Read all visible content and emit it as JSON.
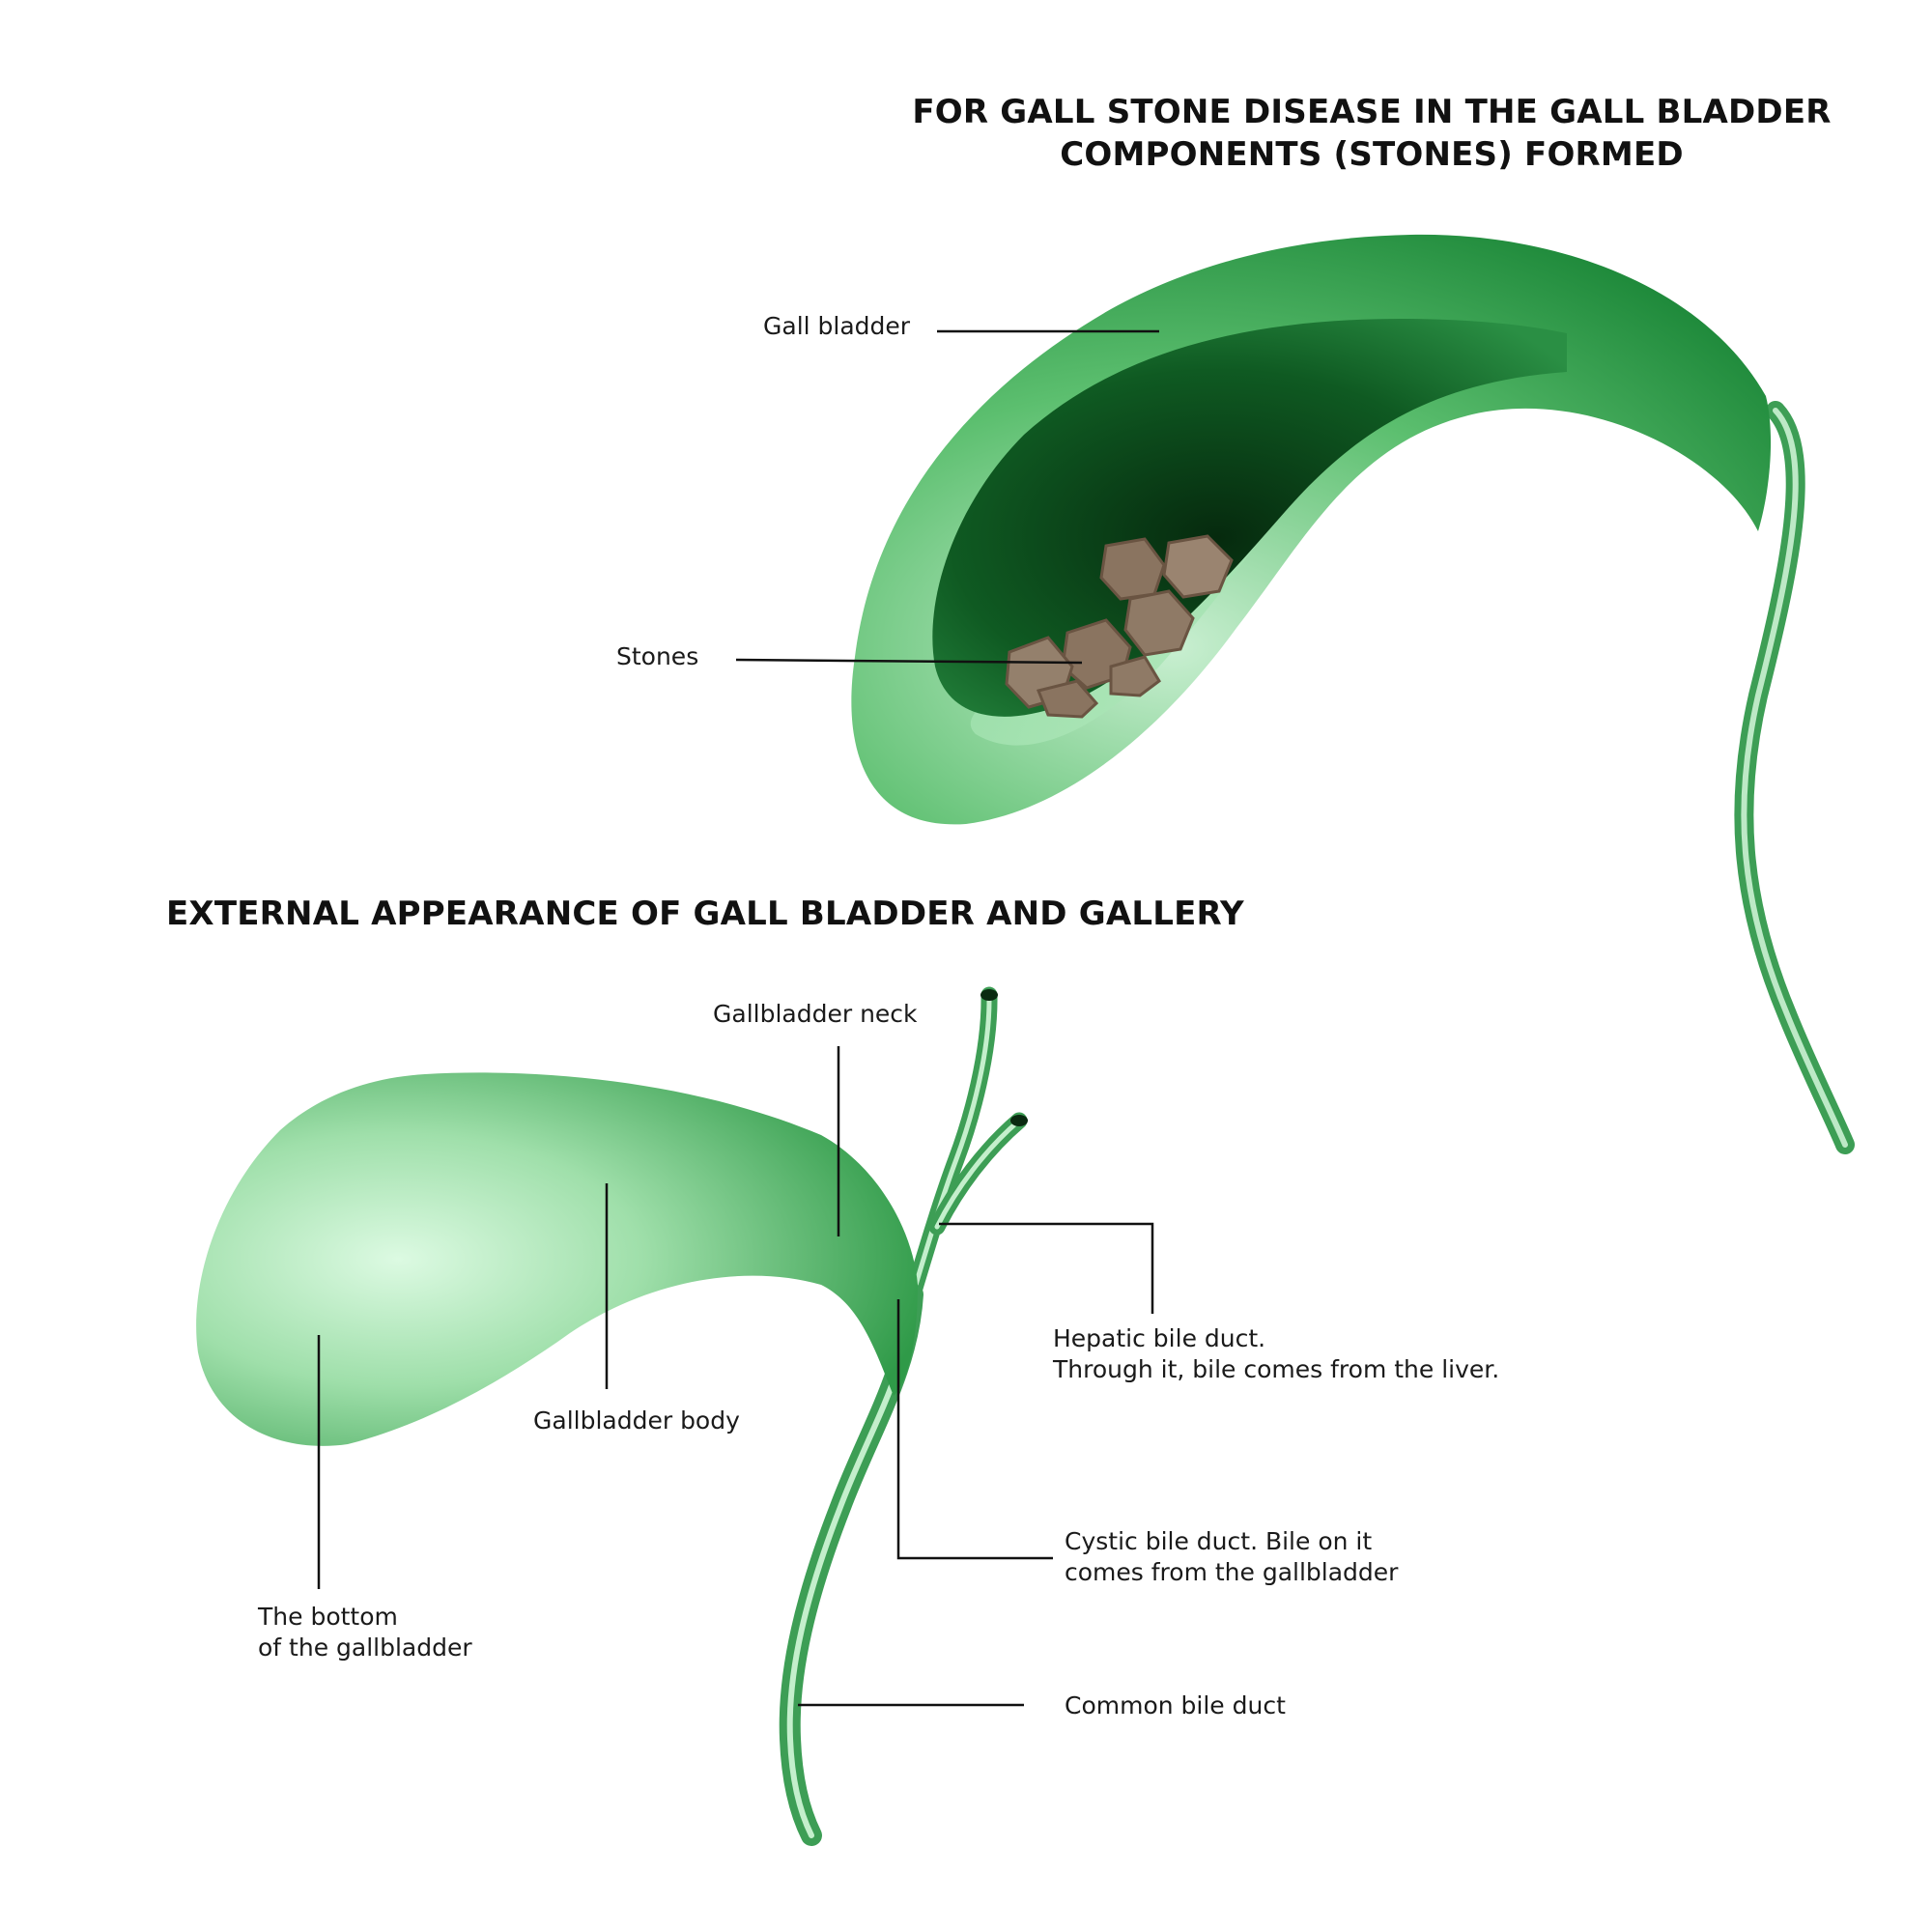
{
  "titles": {
    "top_line1": "FOR GALL STONE DISEASE IN THE GALL BLADDER",
    "top_line2": "COMPONENTS (STONES) FORMED",
    "bottom": "EXTERNAL APPEARANCE OF GALL BLADDER AND GALLERY"
  },
  "top_labels": {
    "gall_bladder": "Gall bladder",
    "stones": "Stones"
  },
  "bottom_labels": {
    "neck": "Gallbladder neck",
    "body": "Gallbladder body",
    "bottom_line1": "The bottom",
    "bottom_line2": "of the gallbladder",
    "hepatic_line1": "Hepatic bile duct.",
    "hepatic_line2": "Through it, bile comes from the liver.",
    "cystic_line1": "Cystic bile duct. Bile on it",
    "cystic_line2": "comes from the gallbladder",
    "common": "Common bile duct"
  },
  "colors": {
    "organ_dark": "#1e8a3a",
    "organ_light": "#d6f7dd",
    "cavity_dark": "#0a3a14",
    "stone": "#8a7460",
    "leader_line": "#111111"
  }
}
